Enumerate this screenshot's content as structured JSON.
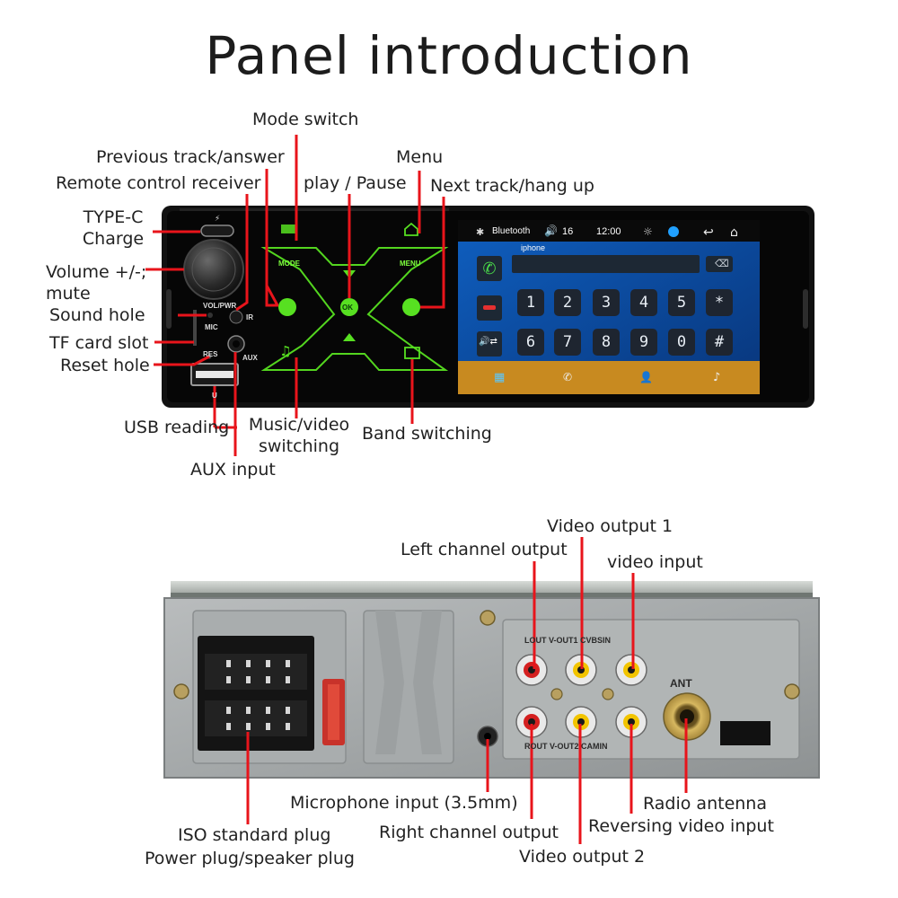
{
  "title": "Panel introduction",
  "front": {
    "labels": {
      "mode_switch": "Mode switch",
      "previous_track": "Previous track/answer",
      "menu": "Menu",
      "remote_receiver": "Remote control receiver",
      "play_pause": "play / Pause",
      "next_track": "Next track/hang up",
      "typec_line1": "TYPE-C",
      "typec_line2": "Charge",
      "volume_line1": "Volume +/-;",
      "volume_line2": "mute",
      "sound_hole": "Sound hole",
      "tf_slot": "TF card slot",
      "reset_hole": "Reset hole",
      "usb_reading": "USB reading",
      "music_video_line1": "Music/video",
      "music_video_line2": "switching",
      "band_switching": "Band switching",
      "aux_input": "AUX input"
    },
    "panel_marks": {
      "vol_pwr": "VOL/PWR",
      "ir": "IR",
      "mic": "MIC",
      "res": "RES",
      "aux": "AUX",
      "u": "U",
      "mode": "MODE",
      "menu": "MENU",
      "ok": "OK"
    },
    "screen": {
      "app": "Bluetooth",
      "volume": "16",
      "time": "12:00",
      "device": "iphone",
      "keys_row1": [
        "1",
        "2",
        "3",
        "4",
        "5",
        "*"
      ],
      "keys_row2": [
        "6",
        "7",
        "8",
        "9",
        "0",
        "#"
      ]
    }
  },
  "rear": {
    "labels": {
      "video_output_1": "Video output 1",
      "left_channel": "Left channel output",
      "video_input": "video input",
      "microphone_input": "Microphone input (3.5mm)",
      "radio_antenna": "Radio antenna",
      "iso_plug": "ISO standard plug",
      "reversing_video": "Reversing video input",
      "right_channel": "Right channel output",
      "power_plug": "Power plug/speaker plug",
      "video_output_2": "Video output 2"
    },
    "marks": {
      "top_row": "LOUT V-OUT1 CVBSIN",
      "bottom_row": "ROUT V-OUT2 CAMIN",
      "ant": "ANT"
    }
  },
  "colors": {
    "callout": "#e8141b",
    "glow": "#7dff3d",
    "screen_bg": "#0a4a9a",
    "rca_yellow": "#f2c400",
    "rca_red": "#d42020"
  }
}
